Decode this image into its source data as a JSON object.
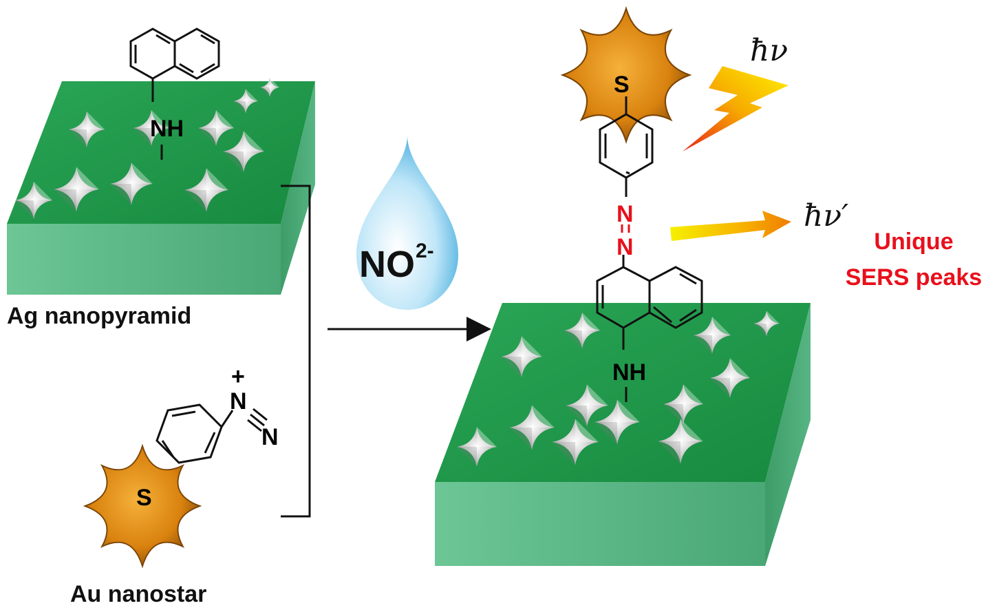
{
  "labels": {
    "ag_nanopyramid": "Ag nanopyramid",
    "au_nanostar": "Au nanostar",
    "reagent": "NO",
    "reagent_charge": "2-",
    "hv_in": "ħν",
    "hv_out": "ħν′",
    "unique_line1": "Unique",
    "unique_line2": "SERS peaks"
  },
  "atoms": {
    "nh_left": "NH",
    "nh_right": "NH",
    "s_left": "S",
    "s_right": "S",
    "n_plus": "N",
    "plus": "+",
    "n_terminal": "N",
    "n_azo_top": "N",
    "n_azo_bottom": "N"
  },
  "colors": {
    "substrate_top": "#1f9a4a",
    "substrate_side": "#5fbf8a",
    "pyramid": "#d6d6d6",
    "nanostar": "#d9820f",
    "azo_highlight": "#e8101c",
    "text": "#111111",
    "drop": "#7fcdf0"
  }
}
